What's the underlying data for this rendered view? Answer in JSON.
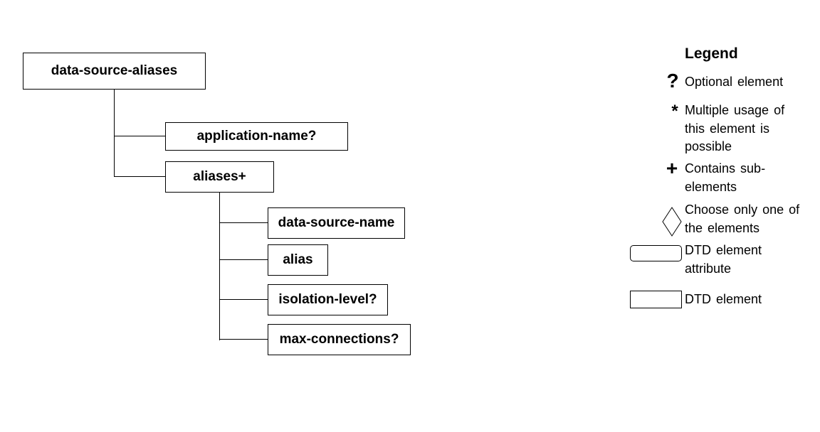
{
  "tree": {
    "root": "data-source-aliases",
    "application_name": "application-name?",
    "aliases": "aliases+",
    "data_source_name": "data-source-name",
    "alias": "alias",
    "isolation_level": "isolation-level?",
    "max_connections": "max-connections?"
  },
  "legend": {
    "title": "Legend",
    "items": [
      {
        "symbol": "?",
        "text": "Optional element"
      },
      {
        "symbol": "*",
        "text": "Multiple usage of this element is possible"
      },
      {
        "symbol": "+",
        "text": "Contains sub-elements"
      },
      {
        "symbol": "diamond-icon",
        "text": "Choose only one of the elements"
      },
      {
        "symbol": "rounded-box",
        "text": "DTD element attribute"
      },
      {
        "symbol": "box",
        "text": "DTD element"
      }
    ]
  }
}
